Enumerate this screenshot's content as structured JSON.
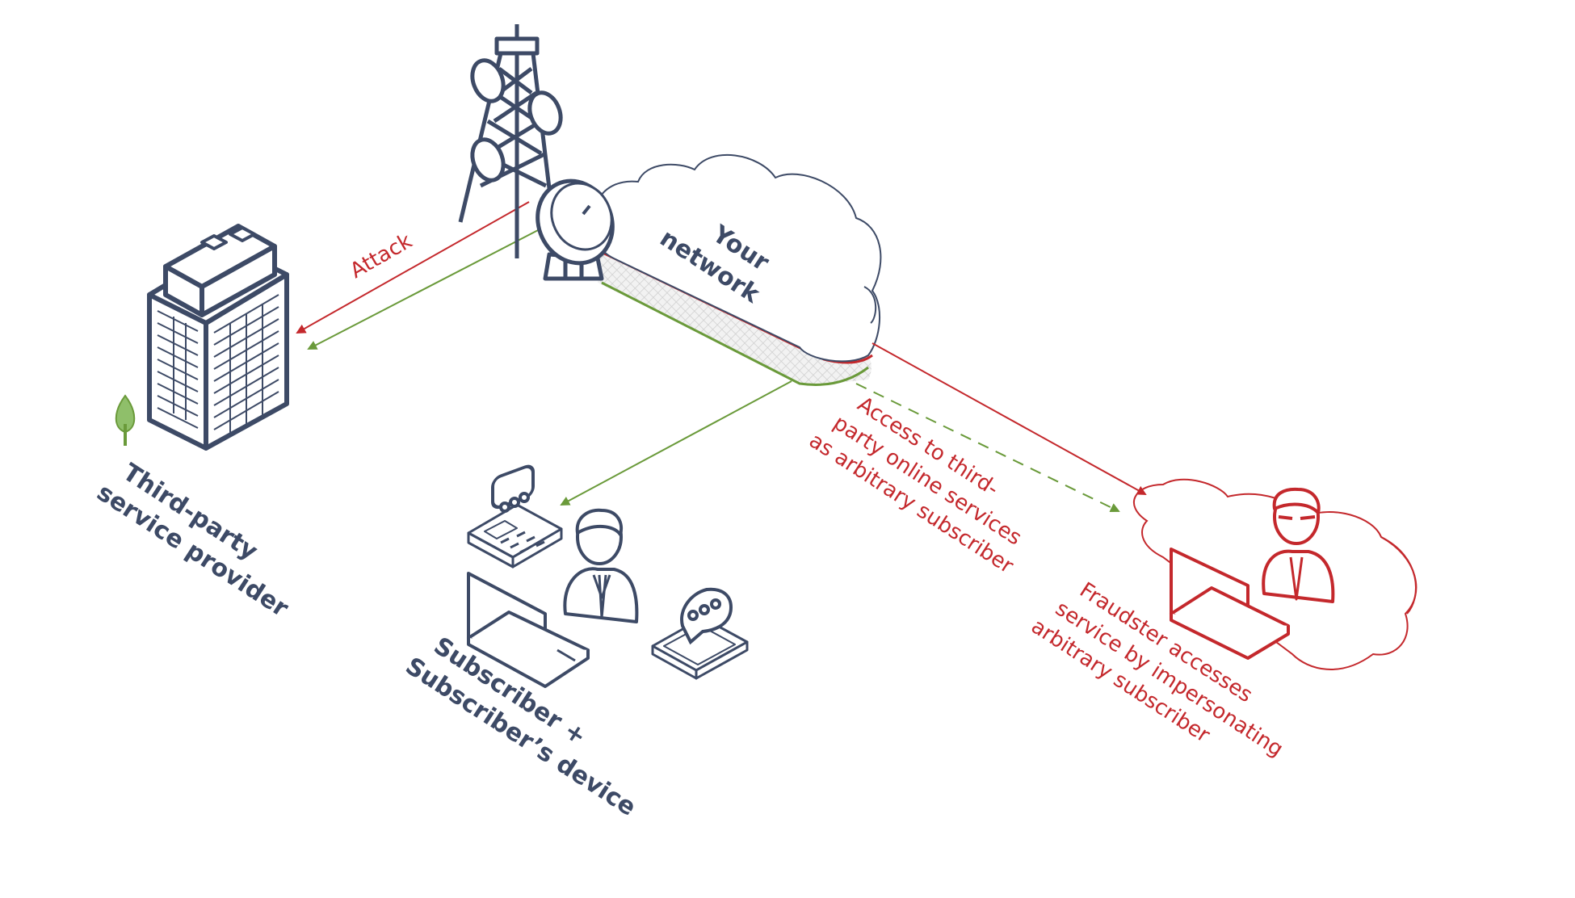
{
  "labels": {
    "cloud": [
      "Your",
      "network"
    ],
    "attack": "Attack",
    "provider": [
      "Third-party",
      "service provider"
    ],
    "subscriber": [
      "Subscriber +",
      "Subscriber’s device"
    ],
    "access": [
      "Access to third-",
      "party online services",
      "as arbitrary subscriber"
    ],
    "fraudster": [
      "Fraudster accesses",
      "service by impersonating",
      "arbitrary subscriber"
    ]
  },
  "colors": {
    "navy": "#3d4a66",
    "red": "#c4282c",
    "green": "#6a9a3a",
    "white": "#ffffff"
  },
  "icons": [
    "cell-tower-icon",
    "satellite-dish-icon",
    "office-building-icon",
    "tree-icon",
    "phone-icon",
    "tablet-icon",
    "chat-bubble-icon",
    "laptop-icon",
    "person-icon",
    "fraudster-icon"
  ]
}
